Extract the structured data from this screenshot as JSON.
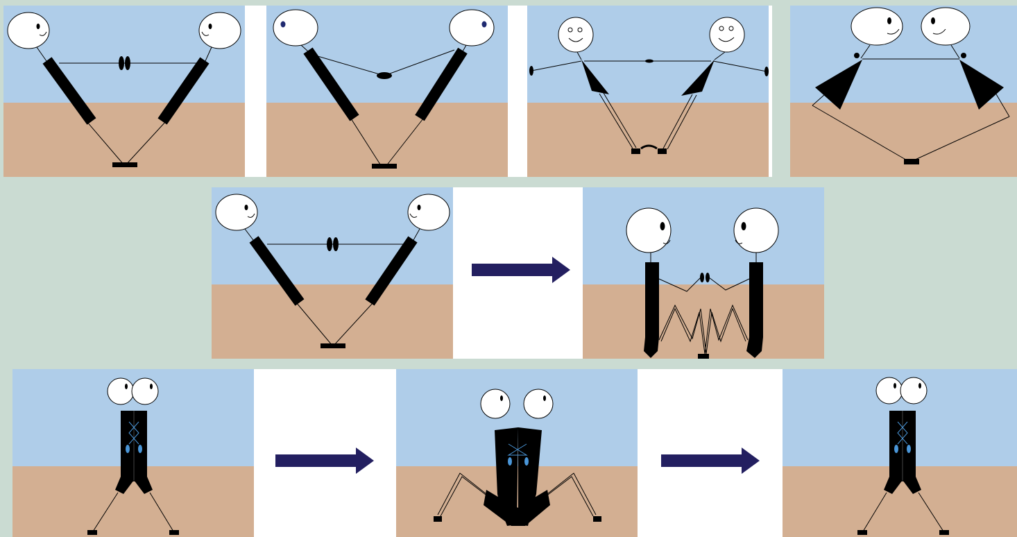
{
  "figure": {
    "rows": [
      {
        "panels": [
          {
            "scene": "stickfigures-bars-apart",
            "arrow_after": false
          },
          {
            "scene": "stickfigures-bars-apart-sagging-line",
            "arrow_after": false
          },
          {
            "scene": "stickfigures-triangles-arms-out",
            "arrow_after": false
          },
          {
            "scene": "stickfigures-triangles-heads-close",
            "arrow_after": false
          }
        ]
      },
      {
        "panels": [
          {
            "scene": "stickfigures-bars-apart",
            "arrow_after": true
          },
          {
            "scene": "stickfigures-upright-bars-zigzag",
            "arrow_after": false
          }
        ]
      },
      {
        "panels": [
          {
            "scene": "stickfigures-standing-together",
            "arrow_after": true
          },
          {
            "scene": "stickfigures-crouching-together",
            "arrow_after": true
          },
          {
            "scene": "stickfigures-standing-together",
            "arrow_after": false
          }
        ]
      }
    ],
    "colors": {
      "sky": "#afcde9",
      "ground": "#d3af92",
      "background": "#cadbd2",
      "arrow": "#231f60",
      "figure": "#000000",
      "accent_blue": "#4a96d8"
    },
    "icons": [
      "right-arrow-icon",
      "stick-figure-icon"
    ]
  }
}
